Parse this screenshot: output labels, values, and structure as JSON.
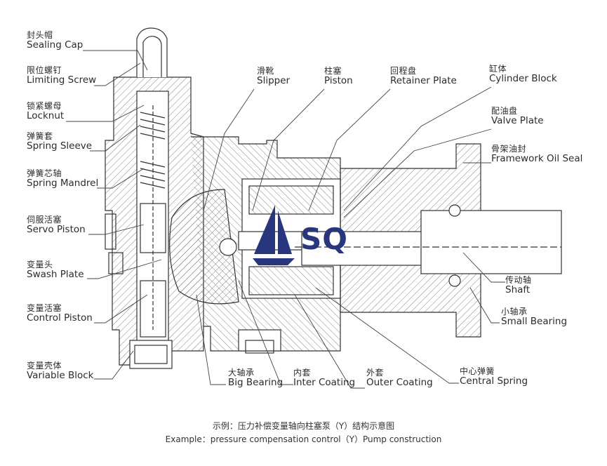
{
  "logo": {
    "text": "SQ",
    "color": "#28367e"
  },
  "labels": [
    {
      "id": "sealing-cap",
      "zh": "封头帽",
      "en": "Sealing Cap"
    },
    {
      "id": "limiting-screw",
      "zh": "限位螺钉",
      "en": "Limiting Screw"
    },
    {
      "id": "locknut",
      "zh": "锁紧螺母",
      "en": "Locknut"
    },
    {
      "id": "spring-sleeve",
      "zh": "弹簧套",
      "en": "Spring Sleeve"
    },
    {
      "id": "spring-mandrel",
      "zh": "弹簧芯轴",
      "en": "Spring Mandrel"
    },
    {
      "id": "servo-piston",
      "zh": "伺服活塞",
      "en": "Servo Piston"
    },
    {
      "id": "swash-plate",
      "zh": "变量头",
      "en": "Swash Plate"
    },
    {
      "id": "control-piston",
      "zh": "变量活塞",
      "en": "Control Piston"
    },
    {
      "id": "variable-block",
      "zh": "变量壳体",
      "en": "Variable Block"
    },
    {
      "id": "slipper",
      "zh": "滑靴",
      "en": "Slipper"
    },
    {
      "id": "piston",
      "zh": "柱塞",
      "en": "Piston"
    },
    {
      "id": "retainer-plate",
      "zh": "回程盘",
      "en": "Retainer Plate"
    },
    {
      "id": "cylinder-block",
      "zh": "缸体",
      "en": "Cylinder Block"
    },
    {
      "id": "valve-plate",
      "zh": "配油盘",
      "en": "Valve Plate"
    },
    {
      "id": "framework-oil-seal",
      "zh": "骨架油封",
      "en": "Framework Oil Seal"
    },
    {
      "id": "shaft",
      "zh": "传动轴",
      "en": "Shaft"
    },
    {
      "id": "small-bearing",
      "zh": "小轴承",
      "en": "Small Bearing"
    },
    {
      "id": "big-bearing",
      "zh": "大轴承",
      "en": "Big Bearing"
    },
    {
      "id": "inter-coating",
      "zh": "内套",
      "en": "Inter Coating"
    },
    {
      "id": "outer-coating",
      "zh": "外套",
      "en": "Outer Coating"
    },
    {
      "id": "central-spring",
      "zh": "中心弹簧",
      "en": "Central Spring"
    }
  ],
  "caption": {
    "zh": "示例：压力补偿变量轴向柱塞泵（Y）结构示意图",
    "en": "Example：pressure compensation control（Y）Pump construction"
  }
}
